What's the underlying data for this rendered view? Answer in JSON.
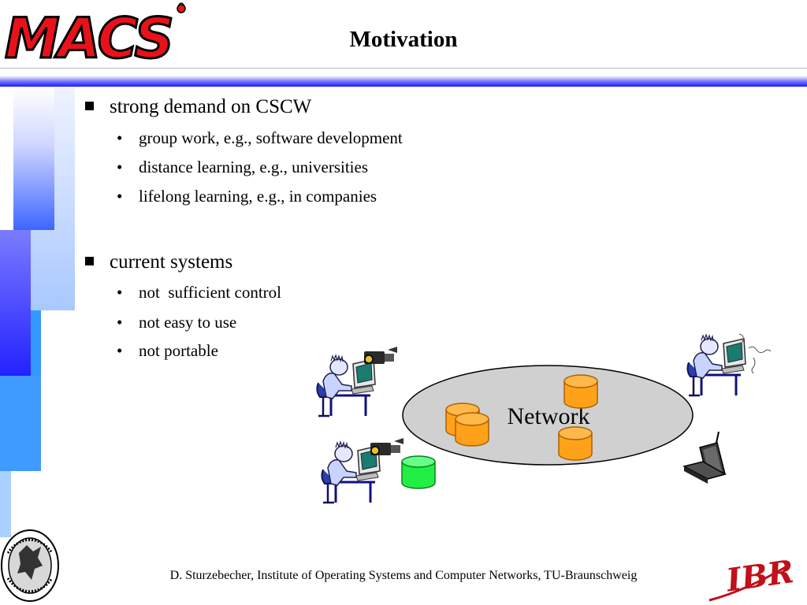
{
  "header": {
    "logo_text": "MACS",
    "title": "Motivation"
  },
  "sections": [
    {
      "heading": "strong demand on CSCW",
      "items": [
        "group work, e.g., software development",
        "distance learning, e.g., universities",
        "lifelong learning, e.g., in companies"
      ]
    },
    {
      "heading": "current systems",
      "items": [
        "not  sufficient control",
        "not easy to use",
        "not portable"
      ]
    }
  ],
  "diagram": {
    "network_label": "Network",
    "colors": {
      "ellipse": "#d0d0d0",
      "database": "#ffa21a",
      "local_database": "#22ee44",
      "monitor": "#1c7a70"
    }
  },
  "footer": {
    "text": "D. Sturzebecher, Institute of Operating Systems and Computer Networks, TU-Braunschweig",
    "ibr_logo_text": "IBR",
    "seal_text": "CAROLO-WILHELMINA · BRAUNSCHWEIG"
  },
  "colors": {
    "accent_blue": "#1c1cff",
    "logo_red": "#e8121b"
  }
}
